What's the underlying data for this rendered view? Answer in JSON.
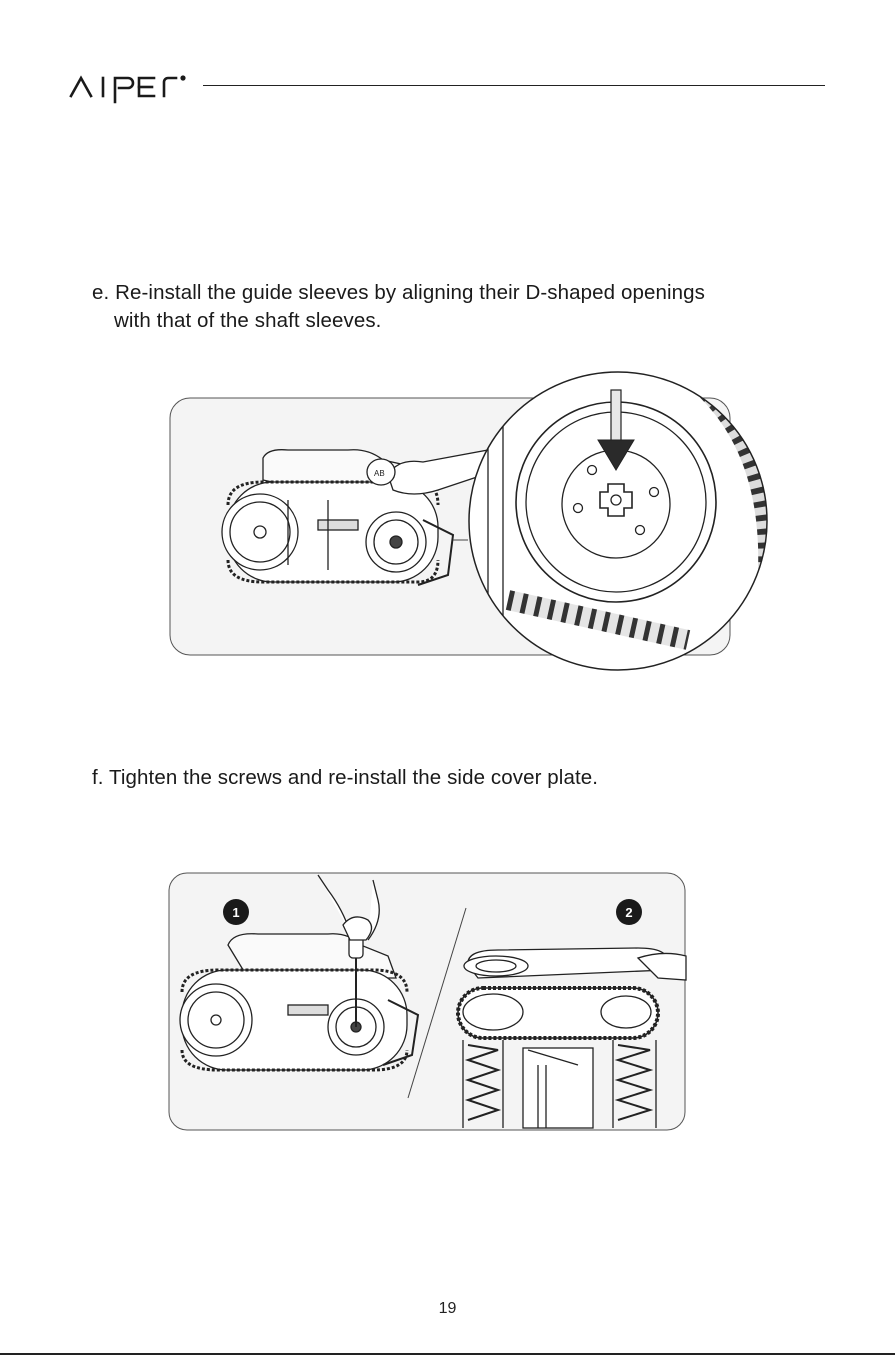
{
  "header": {
    "brand": "AIPER",
    "brand_mark": "®"
  },
  "steps": [
    {
      "prefix": "e.",
      "line1": "Re-install the guide sleeves by aligning their D-shaped openings",
      "line2": "with that of the shaft sleeves."
    },
    {
      "prefix": "f.",
      "line1": "Tighten the screws and re-install the side cover plate."
    }
  ],
  "figure_f": {
    "badges": [
      "1",
      "2"
    ]
  },
  "page_number": "19",
  "colors": {
    "ink": "#1a1a1a",
    "panel": "#f4f4f4",
    "badge": "#1a1a1a"
  }
}
